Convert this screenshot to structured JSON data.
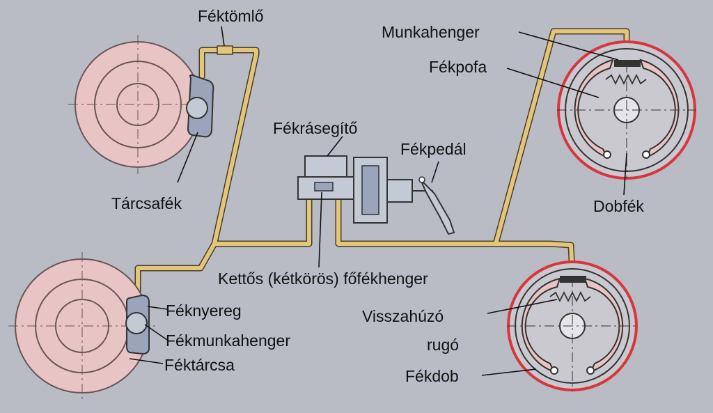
{
  "labels": {
    "fektomlo": "Féktömlő",
    "tarcsafek": "Tárcsafék",
    "feknyereg": "Féknyereg",
    "fekmunkahenger": "Fékmunkahenger",
    "fektarcsa": "Féktárcsa",
    "fekrasegito": "Fékrásegítő",
    "fekpedal": "Fékpedál",
    "foefekhenger": "Kettős (kétkörös) főfékhenger",
    "munkahenger": "Munkahenger",
    "fekpofa": "Fékpofa",
    "dobfek": "Dobfék",
    "visszahuzo": "Visszahúzó",
    "rugo": "rugó",
    "fekdob": "Fékdob"
  },
  "colors": {
    "background": "#b9bcc4",
    "disc_fill": "#e8c4c4",
    "drum_rim": "#d8353d",
    "drum_fill": "#c9c9cf",
    "pipe": "#e2c67a",
    "caliper": "#9aa4ba"
  }
}
